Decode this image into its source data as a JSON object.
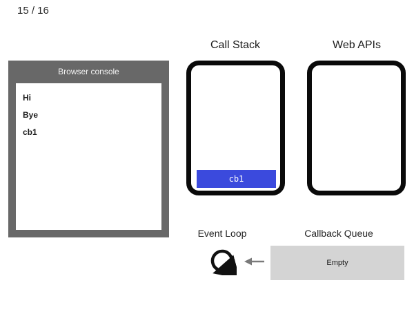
{
  "slide": {
    "page_indicator": "15 / 16"
  },
  "console": {
    "title": "Browser console",
    "lines": [
      "Hi",
      "Bye",
      "cb1"
    ]
  },
  "call_stack": {
    "label": "Call Stack",
    "frames": [
      "cb1"
    ]
  },
  "web_apis": {
    "label": "Web APIs",
    "frames": []
  },
  "event_loop": {
    "label": "Event Loop",
    "icon": "circular-arrow"
  },
  "callback_queue": {
    "label": "Callback Queue",
    "status": "Empty",
    "arrow_icon": "left-arrow"
  },
  "colors": {
    "console_frame_gray": "#686868",
    "stack_frame_blue": "#3b4add",
    "queue_fill_gray": "#d4d4d4",
    "box_border_black": "#0a0a0a",
    "arrow_gray": "#7a7a7a",
    "icon_black": "#111111"
  }
}
